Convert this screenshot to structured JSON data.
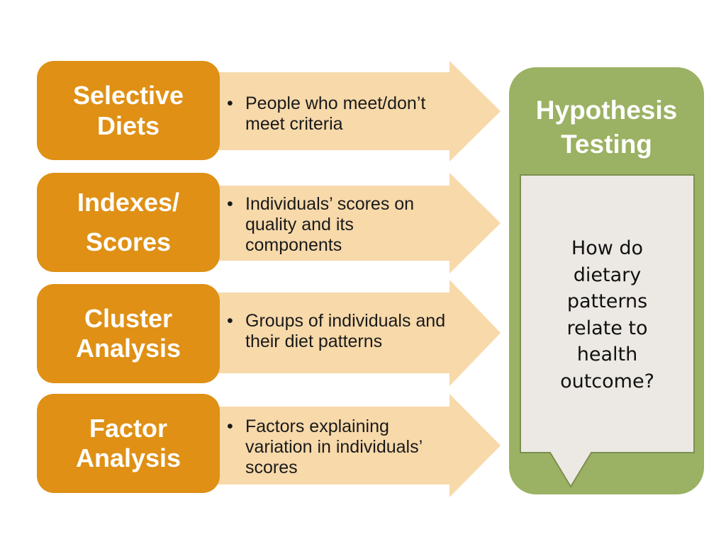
{
  "rows": [
    {
      "method": "Selective\nDiets",
      "description": "People who meet/don’t meet criteria"
    },
    {
      "method": "Indexes/\nScores",
      "description": "Individuals’ scores on quality and its components"
    },
    {
      "method": "Cluster\nAnalysis",
      "description": "Groups of individuals and their diet patterns"
    },
    {
      "method": "Factor\nAnalysis",
      "description": "Factors explaining variation in individuals’ scores"
    }
  ],
  "goal": {
    "title": "Hypothesis\nTesting",
    "question": "How do\ndietary\npatterns\nrelate to\nhealth\noutcome?"
  },
  "colors": {
    "method_box": "#df9015",
    "arrow_fill": "#f7d9aa",
    "goal_box": "#9bb163",
    "callout_fill": "#ece9e4",
    "callout_border": "#7d8f50"
  }
}
